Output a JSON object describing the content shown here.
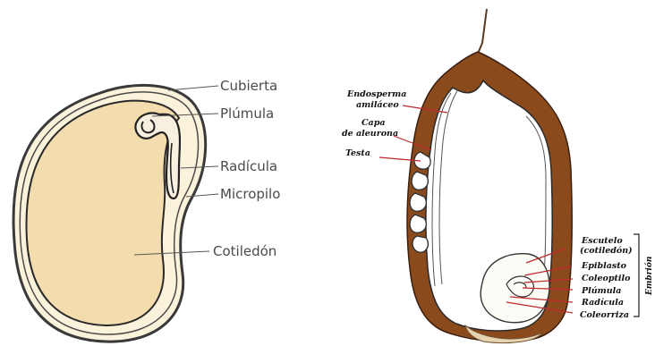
{
  "bean_seed": {
    "labels": {
      "cubierta": "Cubierta",
      "plumula": "Plúmula",
      "radicula": "Radícula",
      "micropilo": "Micropilo",
      "cotiledon": "Cotiledón"
    },
    "colors": {
      "cotyledon": "#f3ddae",
      "seed_coat": "#3a3a3a",
      "label_text": "#4a4a4a"
    }
  },
  "grain": {
    "labels": {
      "endosperma_1": "Endosperma",
      "endosperma_2": "amiláceo",
      "capa_1": "Capa",
      "capa_2": "de aleurona",
      "testa": "Testa",
      "escutelo_1": "Escutelo",
      "escutelo_2": "(cotiledón)",
      "epiblasto": "Epiblasto",
      "coleoptilo": "Coleoptilo",
      "plumula": "Plúmula",
      "radicula": "Radícula",
      "coleorriza": "Coleorriza",
      "embrion": "Embrión"
    },
    "colors": {
      "pericarp": "#8b4a1c",
      "leader_lines": "#c0282d",
      "label_text": "#111111"
    }
  }
}
